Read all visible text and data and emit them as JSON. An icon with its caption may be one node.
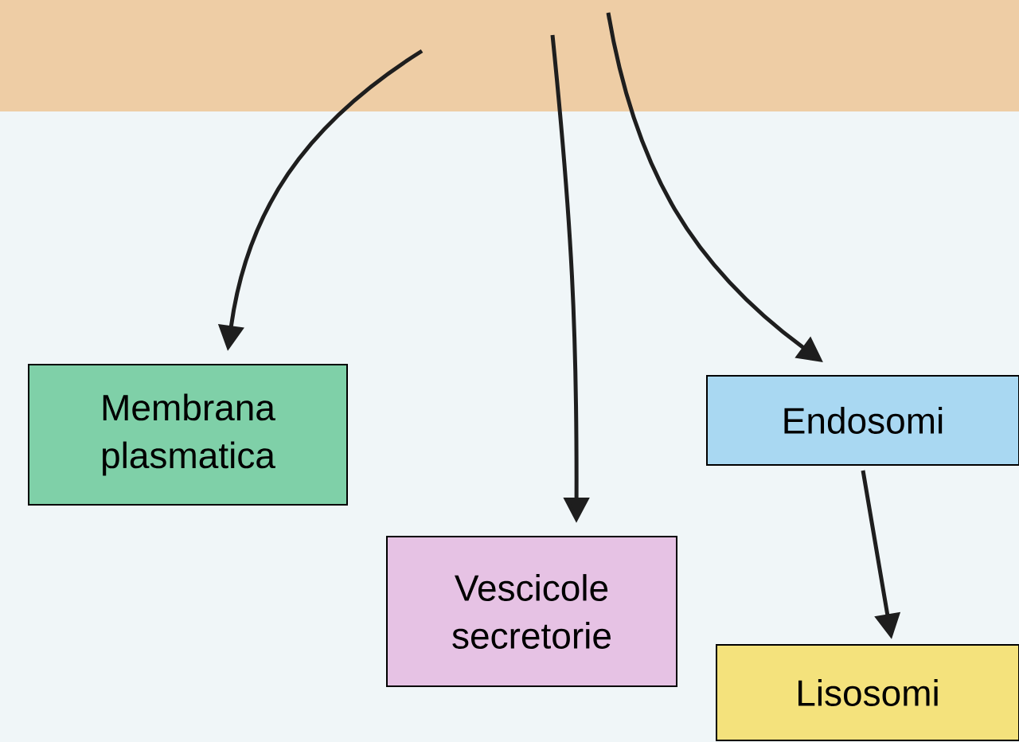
{
  "diagram": {
    "nodes": [
      {
        "text": [
          "Membrana plasmatica"
        ]
      },
      {
        "text": [
          "Vescicole secretorie"
        ]
      },
      {
        "text": [
          "Endosomi"
        ]
      },
      {
        "text": [
          "Lisosomi"
        ]
      }
    ],
    "edges": [
      {
        "from": null,
        "to": 0,
        "arrow": "to"
      },
      {
        "from": null,
        "to": 1,
        "arrow": "to"
      },
      {
        "from": null,
        "to": 2,
        "arrow": "to"
      },
      {
        "from": 2,
        "to": 3,
        "arrow": "to"
      }
    ]
  }
}
